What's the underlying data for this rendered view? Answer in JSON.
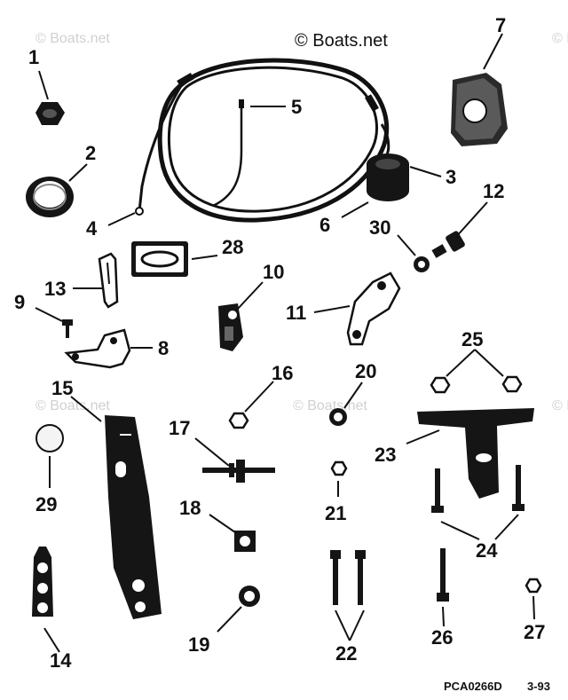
{
  "copyright": "© Boats.net",
  "watermark": "© Boats.net",
  "figure_code": "PCA0266D",
  "figure_date": "3-93",
  "callouts": [
    "1",
    "2",
    "3",
    "4",
    "5",
    "6",
    "7",
    "8",
    "9",
    "10",
    "11",
    "12",
    "13",
    "14",
    "15",
    "16",
    "17",
    "18",
    "19",
    "20",
    "21",
    "22",
    "23",
    "24",
    "25",
    "26",
    "27",
    "28",
    "29",
    "30"
  ],
  "colors": {
    "ink": "#111111",
    "watermark": "#d0d0d0",
    "background": "#ffffff"
  }
}
